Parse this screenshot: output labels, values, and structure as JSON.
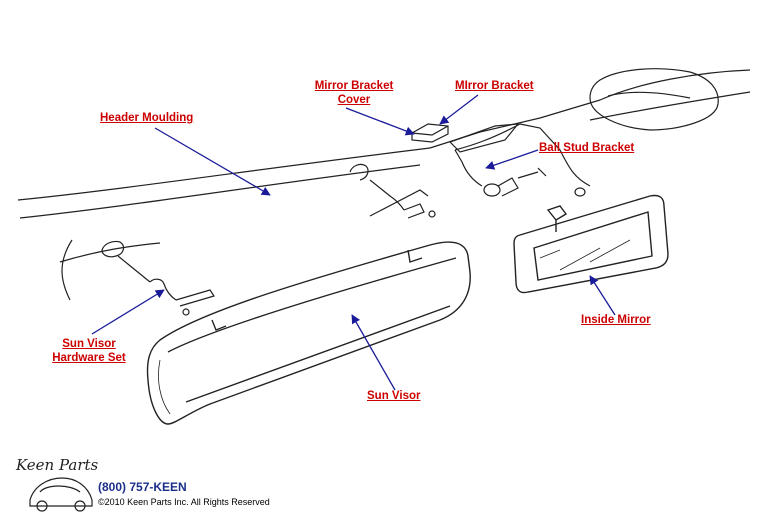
{
  "labels": {
    "mirror_bracket_cover_line1": "Mirror Bracket",
    "mirror_bracket_cover_line2": "Cover",
    "mirror_bracket": "MIrror Bracket",
    "header_moulding": "Header Moulding",
    "ball_stud_bracket": "Ball Stud Bracket",
    "inside_mirror": "Inside Mirror",
    "sun_visor_hardware_line1": "Sun Visor",
    "sun_visor_hardware_line2": "Hardware Set",
    "sun_visor": "Sun Visor"
  },
  "footer": {
    "logo_text": "Keen Parts",
    "phone": "(800) 757-KEEN",
    "copyright": "©2010 Keen Parts Inc. All Rights Reserved"
  },
  "colors": {
    "label": "#cc0000",
    "arrow": "#1b1b9a",
    "line_art": "#222222"
  }
}
